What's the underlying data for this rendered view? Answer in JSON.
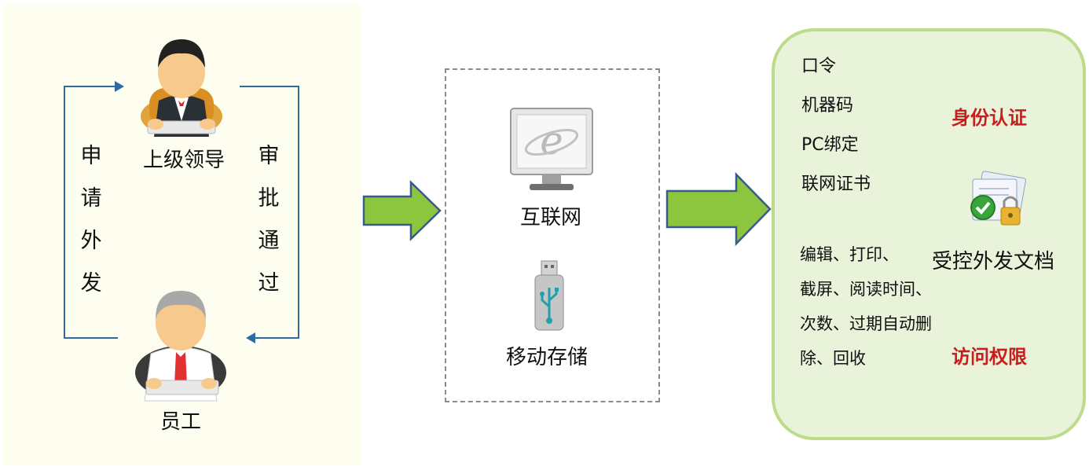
{
  "approval": {
    "leader_label": "上级领导",
    "employee_label": "员工",
    "left_chars": [
      "申",
      "请",
      "外",
      "发"
    ],
    "right_chars": [
      "审",
      "批",
      "通",
      "过"
    ]
  },
  "channels": {
    "internet_label": "互联网",
    "usb_label": "移动存储"
  },
  "controls": {
    "auth_items": [
      "口令",
      "机器码",
      "PC绑定",
      "联网证书"
    ],
    "permission_lines": [
      "编辑、打印、",
      "截屏、阅读时间、",
      "次数、过期自动删",
      "除、回收"
    ],
    "identity_title": "身份认证",
    "access_title": "访问权限",
    "document_label": "受控外发文档"
  },
  "colors": {
    "left_panel_bg": "#fefef0",
    "right_panel_bg": "#e9f3d9",
    "right_panel_border": "#bcdc8c",
    "flow_arrow_fill": "#8cc63f",
    "flow_arrow_stroke": "#3a5a8c",
    "connector_line": "#2e6aa6",
    "highlight_red": "#c81e1e"
  },
  "icons": [
    "leader-avatar-icon",
    "employee-avatar-icon",
    "internet-explorer-monitor-icon",
    "usb-drive-icon",
    "secure-document-icon"
  ]
}
